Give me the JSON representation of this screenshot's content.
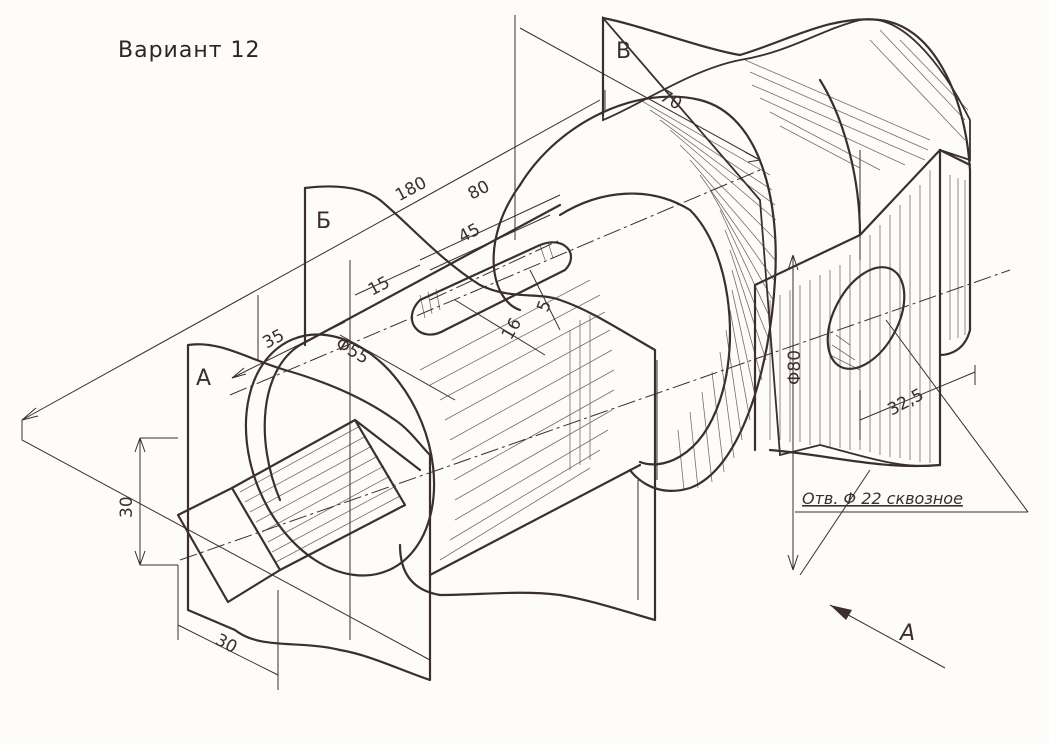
{
  "title": "Вариант 12",
  "section_labels": {
    "a": "А",
    "b": "Б",
    "v": "В"
  },
  "dimensions": {
    "d180": "180",
    "d80": "80",
    "d70": "70",
    "d45": "45",
    "d15": "15",
    "d35": "35",
    "d55": "Φ55",
    "d16": "16",
    "d5": "5",
    "d80dia": "Φ80",
    "d32_5": "32,5",
    "d30v": "30",
    "d30h": "30"
  },
  "hole_note": "Отв. Φ 22 сквозное",
  "view_label": "А",
  "colors": {
    "ink": "#3a2f2c",
    "paper": "#fdfcf8"
  }
}
